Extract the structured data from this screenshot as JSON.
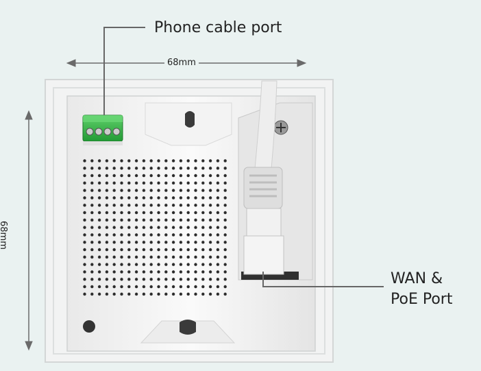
{
  "annotations": {
    "phone_cable_port": "Phone cable port",
    "wan_poe_port": "WAN &\nPoE Port",
    "width_dimension": "68mm",
    "height_dimension": "68mm"
  },
  "colors": {
    "background": "#eaf2f1",
    "plate": "#f7f7f7",
    "terminal_block": "#3bb54a",
    "leader_line": "#666666"
  },
  "icons": [
    "terminal-block-icon",
    "ethernet-plug-icon",
    "screw-icon"
  ]
}
